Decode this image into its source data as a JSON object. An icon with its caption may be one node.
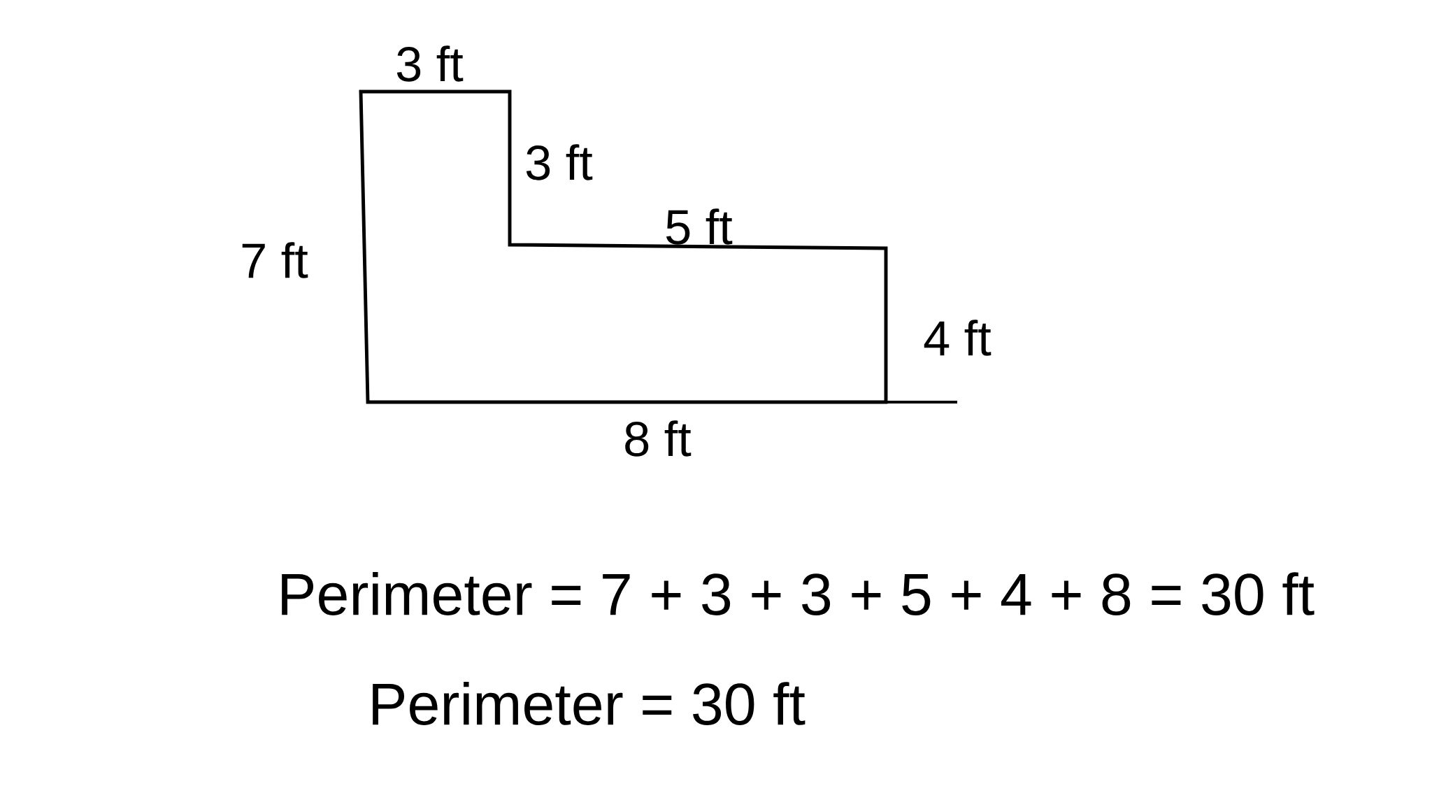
{
  "diagram": {
    "labels": [
      "3 ft",
      "3 ft",
      "5 ft",
      "7 ft",
      "4 ft",
      "8 ft",
      "Perimeter = 7 + 3 + 3 + 5 + 4 + 8 = 30 ft",
      "Perimeter = 30 ft"
    ]
  }
}
